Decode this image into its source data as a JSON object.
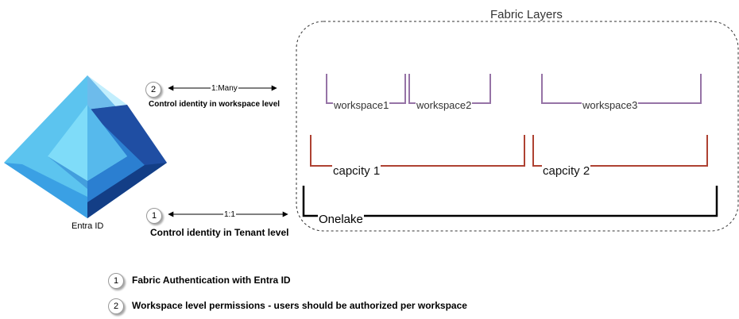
{
  "title": "Fabric Layers",
  "entra": {
    "label": "Entra ID",
    "icon": "entra-id-icon",
    "colors": {
      "light": "#6fd4f7",
      "mid": "#2b8ad8",
      "dark": "#1e4fa1",
      "darker": "#0f3a7e"
    }
  },
  "connections": [
    {
      "badge": "2",
      "cardinality": "1:Many",
      "caption": "Control identity in workspace level"
    },
    {
      "badge": "1",
      "cardinality": "1:1",
      "caption": "Control identity in Tenant level"
    }
  ],
  "workspaces": [
    "workspace1",
    "workspace2",
    "workspace3"
  ],
  "capacities": [
    "capcity 1",
    "capcity 2"
  ],
  "onelake": "Onelake",
  "legend": [
    {
      "num": "1",
      "text": "Fabric Authentication with Entra ID"
    },
    {
      "num": "2",
      "text": "Workspace level permissions - users should be authorized per workspace"
    }
  ],
  "colors": {
    "workspace": "#9673a6",
    "capacity": "#ae4132",
    "onelake": "#000000",
    "boundary": "#333333"
  }
}
